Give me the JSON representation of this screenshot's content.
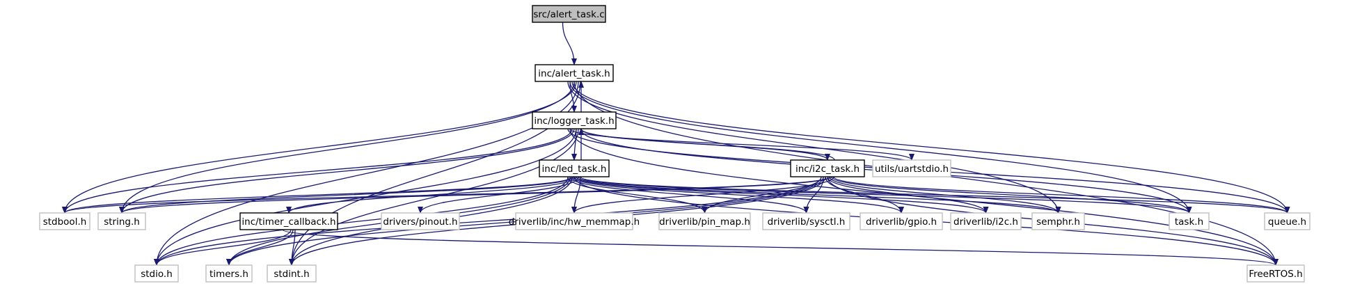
{
  "diagram": {
    "edge_color": "#191970",
    "nodes": [
      {
        "id": "alert_c",
        "label": "src/alert_task.c",
        "kind": "root"
      },
      {
        "id": "alert_h",
        "label": "inc/alert_task.h",
        "kind": "proj"
      },
      {
        "id": "logger_h",
        "label": "inc/logger_task.h",
        "kind": "proj"
      },
      {
        "id": "led_h",
        "label": "inc/led_task.h",
        "kind": "proj"
      },
      {
        "id": "i2c_h",
        "label": "inc/i2c_task.h",
        "kind": "proj"
      },
      {
        "id": "timer_h",
        "label": "inc/timer_callback.h",
        "kind": "proj"
      },
      {
        "id": "uartstdio",
        "label": "utils/uartstdio.h",
        "kind": "ext"
      },
      {
        "id": "stdbool",
        "label": "stdbool.h",
        "kind": "ext"
      },
      {
        "id": "string",
        "label": "string.h",
        "kind": "ext"
      },
      {
        "id": "pinout",
        "label": "drivers/pinout.h",
        "kind": "ext"
      },
      {
        "id": "hwmemmap",
        "label": "driverlib/inc/hw_memmap.h",
        "kind": "ext"
      },
      {
        "id": "pinmap",
        "label": "driverlib/pin_map.h",
        "kind": "ext"
      },
      {
        "id": "sysctl",
        "label": "driverlib/sysctl.h",
        "kind": "ext"
      },
      {
        "id": "gpio",
        "label": "driverlib/gpio.h",
        "kind": "ext"
      },
      {
        "id": "i2c",
        "label": "driverlib/i2c.h",
        "kind": "ext"
      },
      {
        "id": "semphr",
        "label": "semphr.h",
        "kind": "ext"
      },
      {
        "id": "task",
        "label": "task.h",
        "kind": "ext"
      },
      {
        "id": "queue",
        "label": "queue.h",
        "kind": "ext"
      },
      {
        "id": "stdio",
        "label": "stdio.h",
        "kind": "ext"
      },
      {
        "id": "timers",
        "label": "timers.h",
        "kind": "ext"
      },
      {
        "id": "stdint",
        "label": "stdint.h",
        "kind": "ext"
      },
      {
        "id": "freertos",
        "label": "FreeRTOS.h",
        "kind": "ext"
      }
    ],
    "edges": [
      [
        "alert_c",
        "alert_h"
      ],
      [
        "alert_h",
        "logger_h"
      ],
      [
        "logger_h",
        "alert_h"
      ],
      [
        "alert_h",
        "string"
      ],
      [
        "alert_h",
        "stdbool"
      ],
      [
        "alert_h",
        "stdio"
      ],
      [
        "alert_h",
        "stdint"
      ],
      [
        "alert_h",
        "semphr"
      ],
      [
        "alert_h",
        "task"
      ],
      [
        "alert_h",
        "queue"
      ],
      [
        "alert_h",
        "freertos"
      ],
      [
        "logger_h",
        "led_h"
      ],
      [
        "led_h",
        "logger_h"
      ],
      [
        "logger_h",
        "i2c_h"
      ],
      [
        "i2c_h",
        "logger_h"
      ],
      [
        "logger_h",
        "uartstdio"
      ],
      [
        "logger_h",
        "stdbool"
      ],
      [
        "logger_h",
        "string"
      ],
      [
        "logger_h",
        "stdio"
      ],
      [
        "logger_h",
        "stdint"
      ],
      [
        "logger_h",
        "task"
      ],
      [
        "logger_h",
        "queue"
      ],
      [
        "logger_h",
        "freertos"
      ],
      [
        "led_h",
        "stdbool"
      ],
      [
        "led_h",
        "string"
      ],
      [
        "led_h",
        "timer_h"
      ],
      [
        "led_h",
        "pinout"
      ],
      [
        "led_h",
        "hwmemmap"
      ],
      [
        "led_h",
        "pinmap"
      ],
      [
        "led_h",
        "sysctl"
      ],
      [
        "led_h",
        "gpio"
      ],
      [
        "led_h",
        "i2c"
      ],
      [
        "led_h",
        "semphr"
      ],
      [
        "led_h",
        "task"
      ],
      [
        "led_h",
        "queue"
      ],
      [
        "led_h",
        "stdio"
      ],
      [
        "led_h",
        "timers"
      ],
      [
        "led_h",
        "stdint"
      ],
      [
        "led_h",
        "freertos"
      ],
      [
        "i2c_h",
        "stdbool"
      ],
      [
        "i2c_h",
        "string"
      ],
      [
        "i2c_h",
        "hwmemmap"
      ],
      [
        "i2c_h",
        "pinmap"
      ],
      [
        "i2c_h",
        "sysctl"
      ],
      [
        "i2c_h",
        "gpio"
      ],
      [
        "i2c_h",
        "i2c"
      ],
      [
        "i2c_h",
        "semphr"
      ],
      [
        "i2c_h",
        "task"
      ],
      [
        "i2c_h",
        "queue"
      ],
      [
        "i2c_h",
        "stdio"
      ],
      [
        "i2c_h",
        "timers"
      ],
      [
        "i2c_h",
        "stdint"
      ],
      [
        "i2c_h",
        "freertos"
      ],
      [
        "timer_h",
        "stdio"
      ],
      [
        "timer_h",
        "timers"
      ],
      [
        "timer_h",
        "stdint"
      ],
      [
        "timer_h",
        "freertos"
      ]
    ]
  }
}
